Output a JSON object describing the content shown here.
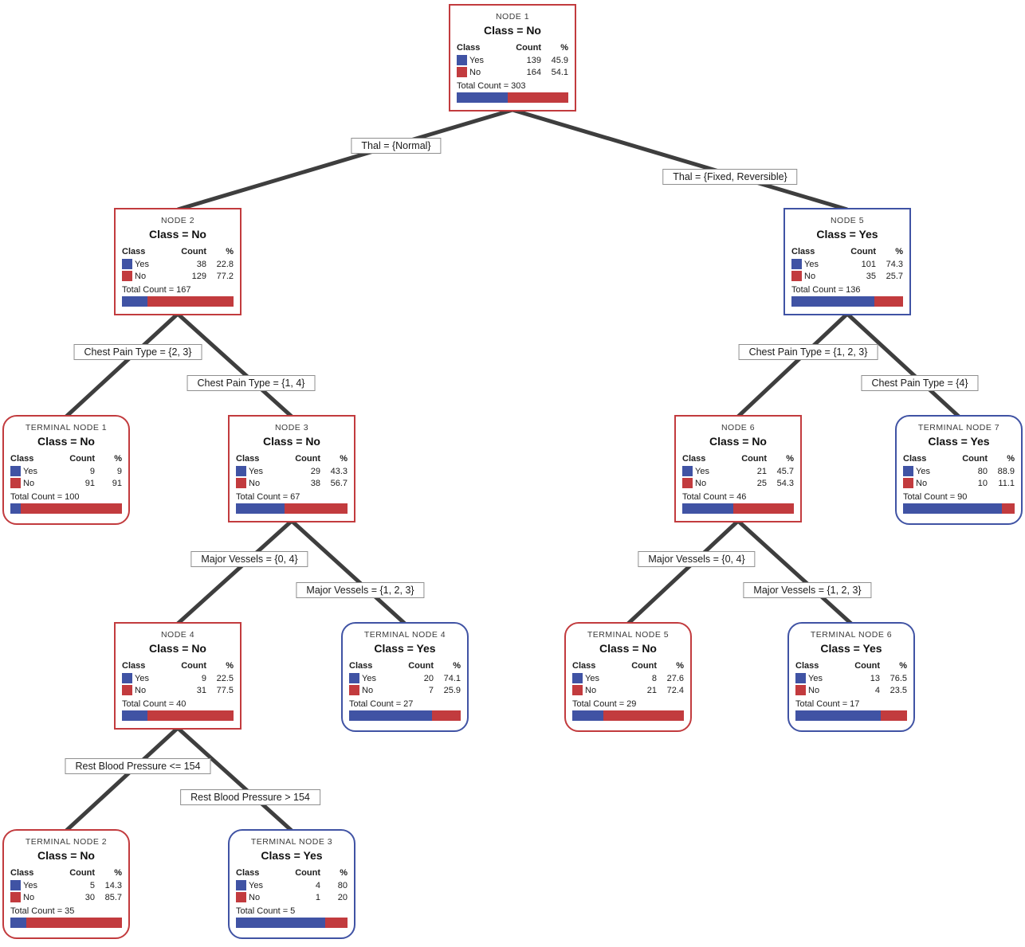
{
  "diagram": {
    "type": "decision-tree",
    "colors": {
      "yes": "#4053A4",
      "no": "#C23B3E",
      "edge_line": "#3E3E3E",
      "label_border": "#8F8F8F"
    }
  },
  "table": {
    "class_header": "Class",
    "count_header": "Count",
    "pct_header": "%",
    "yes_label": "Yes",
    "no_label": "No"
  },
  "nodes": [
    {
      "id": "node1",
      "title": "NODE 1",
      "predicted_class": "No",
      "class_label": "Class = No",
      "yes_count": "139",
      "yes_pct": "45.9",
      "no_count": "164",
      "no_pct": "54.1",
      "total_label": "Total Count = 303",
      "terminal": false
    },
    {
      "id": "node2",
      "title": "NODE 2",
      "predicted_class": "No",
      "class_label": "Class = No",
      "yes_count": "38",
      "yes_pct": "22.8",
      "no_count": "129",
      "no_pct": "77.2",
      "total_label": "Total Count = 167",
      "terminal": false
    },
    {
      "id": "node5",
      "title": "NODE 5",
      "predicted_class": "Yes",
      "class_label": "Class = Yes",
      "yes_count": "101",
      "yes_pct": "74.3",
      "no_count": "35",
      "no_pct": "25.7",
      "total_label": "Total Count = 136",
      "terminal": false
    },
    {
      "id": "tnode1",
      "title": "TERMINAL NODE 1",
      "predicted_class": "No",
      "class_label": "Class = No",
      "yes_count": "9",
      "yes_pct": "9",
      "no_count": "91",
      "no_pct": "91",
      "total_label": "Total Count = 100",
      "terminal": true
    },
    {
      "id": "node3",
      "title": "NODE 3",
      "predicted_class": "No",
      "class_label": "Class = No",
      "yes_count": "29",
      "yes_pct": "43.3",
      "no_count": "38",
      "no_pct": "56.7",
      "total_label": "Total Count = 67",
      "terminal": false
    },
    {
      "id": "node6",
      "title": "NODE 6",
      "predicted_class": "No",
      "class_label": "Class = No",
      "yes_count": "21",
      "yes_pct": "45.7",
      "no_count": "25",
      "no_pct": "54.3",
      "total_label": "Total Count = 46",
      "terminal": false
    },
    {
      "id": "tnode7",
      "title": "TERMINAL NODE 7",
      "predicted_class": "Yes",
      "class_label": "Class = Yes",
      "yes_count": "80",
      "yes_pct": "88.9",
      "no_count": "10",
      "no_pct": "11.1",
      "total_label": "Total Count = 90",
      "terminal": true
    },
    {
      "id": "node4",
      "title": "NODE 4",
      "predicted_class": "No",
      "class_label": "Class = No",
      "yes_count": "9",
      "yes_pct": "22.5",
      "no_count": "31",
      "no_pct": "77.5",
      "total_label": "Total Count = 40",
      "terminal": false
    },
    {
      "id": "tnode4",
      "title": "TERMINAL NODE 4",
      "predicted_class": "Yes",
      "class_label": "Class = Yes",
      "yes_count": "20",
      "yes_pct": "74.1",
      "no_count": "7",
      "no_pct": "25.9",
      "total_label": "Total Count = 27",
      "terminal": true
    },
    {
      "id": "tnode5",
      "title": "TERMINAL NODE 5",
      "predicted_class": "No",
      "class_label": "Class = No",
      "yes_count": "8",
      "yes_pct": "27.6",
      "no_count": "21",
      "no_pct": "72.4",
      "total_label": "Total Count = 29",
      "terminal": true
    },
    {
      "id": "tnode6",
      "title": "TERMINAL NODE 6",
      "predicted_class": "Yes",
      "class_label": "Class = Yes",
      "yes_count": "13",
      "yes_pct": "76.5",
      "no_count": "4",
      "no_pct": "23.5",
      "total_label": "Total Count = 17",
      "terminal": true
    },
    {
      "id": "tnode2",
      "title": "TERMINAL NODE 2",
      "predicted_class": "No",
      "class_label": "Class = No",
      "yes_count": "5",
      "yes_pct": "14.3",
      "no_count": "30",
      "no_pct": "85.7",
      "total_label": "Total Count = 35",
      "terminal": true
    },
    {
      "id": "tnode3",
      "title": "TERMINAL NODE 3",
      "predicted_class": "Yes",
      "class_label": "Class = Yes",
      "yes_count": "4",
      "yes_pct": "80",
      "no_count": "1",
      "no_pct": "20",
      "total_label": "Total Count = 5",
      "terminal": true
    }
  ],
  "edges": [
    {
      "id": "e1",
      "from": "node1",
      "to": "node2",
      "label": "Thal = {Normal}"
    },
    {
      "id": "e2",
      "from": "node1",
      "to": "node5",
      "label": "Thal = {Fixed, Reversible}"
    },
    {
      "id": "e3",
      "from": "node2",
      "to": "tnode1",
      "label": "Chest Pain Type = {2, 3}"
    },
    {
      "id": "e4",
      "from": "node2",
      "to": "node3",
      "label": "Chest Pain Type = {1, 4}"
    },
    {
      "id": "e5",
      "from": "node5",
      "to": "node6",
      "label": "Chest Pain Type = {1, 2, 3}"
    },
    {
      "id": "e6",
      "from": "node5",
      "to": "tnode7",
      "label": "Chest Pain Type = {4}"
    },
    {
      "id": "e7",
      "from": "node3",
      "to": "node4",
      "label": "Major Vessels = {0, 4}"
    },
    {
      "id": "e8",
      "from": "node3",
      "to": "tnode4",
      "label": "Major Vessels = {1, 2, 3}"
    },
    {
      "id": "e9",
      "from": "node6",
      "to": "tnode5",
      "label": "Major Vessels = {0, 4}"
    },
    {
      "id": "e10",
      "from": "node6",
      "to": "tnode6",
      "label": "Major Vessels = {1, 2, 3}"
    },
    {
      "id": "e11",
      "from": "node4",
      "to": "tnode2",
      "label": "Rest Blood Pressure <= 154"
    },
    {
      "id": "e12",
      "from": "node4",
      "to": "tnode3",
      "label": "Rest Blood Pressure > 154"
    }
  ]
}
